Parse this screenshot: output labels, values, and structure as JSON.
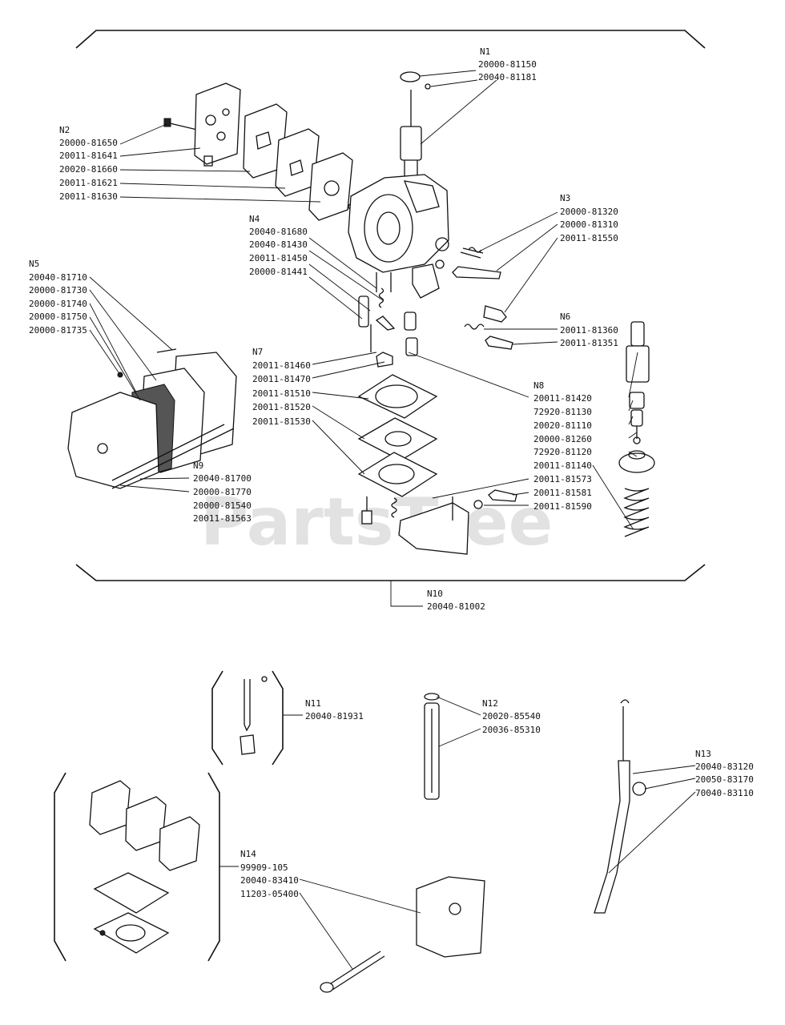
{
  "watermark": "PartsTree",
  "groups": {
    "N1": {
      "label": "N1",
      "parts": [
        "20000-81150",
        "20040-81181"
      ]
    },
    "N2": {
      "label": "N2",
      "parts": [
        "20000-81650",
        "20011-81641",
        "20020-81660",
        "20011-81621",
        "20011-81630"
      ]
    },
    "N3": {
      "label": "N3",
      "parts": [
        "20000-81320",
        "20000-81310",
        "20011-81550"
      ]
    },
    "N4": {
      "label": "N4",
      "parts": [
        "20040-81680",
        "20040-81430",
        "20011-81450",
        "20000-81441"
      ]
    },
    "N5": {
      "label": "N5",
      "parts": [
        "20040-81710",
        "20000-81730",
        "20000-81740",
        "20000-81750",
        "20000-81735"
      ]
    },
    "N6": {
      "label": "N6",
      "parts": [
        "20011-81360",
        "20011-81351"
      ]
    },
    "N7": {
      "label": "N7",
      "parts": [
        "20011-81460",
        "20011-81470",
        "20011-81510",
        "20011-81520",
        "20011-81530"
      ]
    },
    "N8": {
      "label": "N8",
      "parts": [
        "20011-81420",
        "72920-81130",
        "20020-81110",
        "20000-81260",
        "72920-81120",
        "20011-81140",
        "20011-81573",
        "20011-81581",
        "20011-81590"
      ]
    },
    "N9": {
      "label": "N9",
      "parts": [
        "20040-81700",
        "20000-81770",
        "20000-81540",
        "20011-81563"
      ]
    },
    "N10": {
      "label": "N10",
      "parts": [
        "20040-81002"
      ]
    },
    "N11": {
      "label": "N11",
      "parts": [
        "20040-81931"
      ]
    },
    "N12": {
      "label": "N12",
      "parts": [
        "20020-85540",
        "20036-85310"
      ]
    },
    "N13": {
      "label": "N13",
      "parts": [
        "20040-83120",
        "20050-83170",
        "70040-83110"
      ]
    },
    "N14": {
      "label": "N14",
      "parts": [
        "99909-105",
        "20040-83410",
        "11203-05400"
      ]
    }
  }
}
